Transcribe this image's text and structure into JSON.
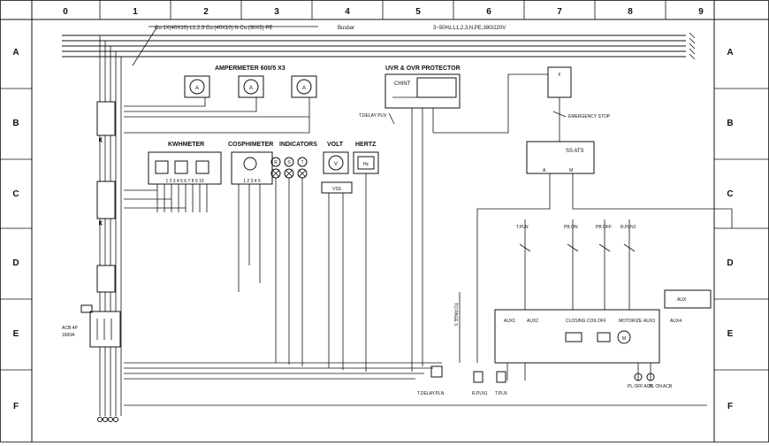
{
  "grid": {
    "columns": [
      "0",
      "1",
      "2",
      "3",
      "4",
      "5",
      "6",
      "7",
      "8",
      "9"
    ],
    "rows": [
      "A",
      "B",
      "C",
      "D",
      "E",
      "F"
    ]
  },
  "busbar": {
    "spec": "Cu:1X(40X10) L1,2,3   Cu:(40X10) N   Cu:(30X5) PE",
    "label": "Busbar",
    "supply": "3~50Hz,L1,2,3,N,PE,380/220V"
  },
  "labels": {
    "ct_k": "K"
  },
  "components": {
    "ammeter": {
      "title": "AMPERMETER 600/5 X3",
      "symbol": "A"
    },
    "kwh_meter": {
      "title": "KWHMETER",
      "terminals": "1 2 3 4 5 6 7 8 9 10"
    },
    "cosphi_meter": {
      "title": "COSPHIMETER",
      "terminals": "1 2 3 4 5"
    },
    "indicators": {
      "title": "INDICATORS",
      "labels": [
        "R",
        "S",
        "T"
      ]
    },
    "voltmeter": {
      "title": "VOLT",
      "symbol": "V",
      "switch": "VSS"
    },
    "hertz_meter": {
      "title": "HERTZ",
      "symbol": "Hz"
    },
    "uvr_protector": {
      "title": "UVR & OVR PROTECTOR",
      "brand": "CHINT"
    },
    "tdelay": {
      "contact_label": "T.DELAY PLN",
      "label": "T.DELAY.PLN"
    },
    "control": {
      "fuse_label": "F",
      "emergency_stop": "EMERGENCY STOP",
      "ss_ats": "SS ATS",
      "ats_a": "A",
      "ats_m": "M",
      "aux_relay": "AUX",
      "aux": [
        "AUX1",
        "AUX2",
        "AUX3",
        "AUX4"
      ],
      "closing_coil": "CLOSING COIL",
      "off": "OFF",
      "motorize": "MOTORIZE",
      "motor_symbol": "M"
    },
    "pushbuttons": [
      "T.PLN",
      "PB ON",
      "PB OFF",
      "R.PLN1"
    ],
    "outputs": [
      "R.PLN1",
      "T.PLN",
      "PL OFF ACB",
      "PL ON ACB"
    ],
    "acb": {
      "label": "ACB 4P",
      "rating": "1600A"
    }
  },
  "notes": {
    "to_page": "TO PAGE 3"
  }
}
